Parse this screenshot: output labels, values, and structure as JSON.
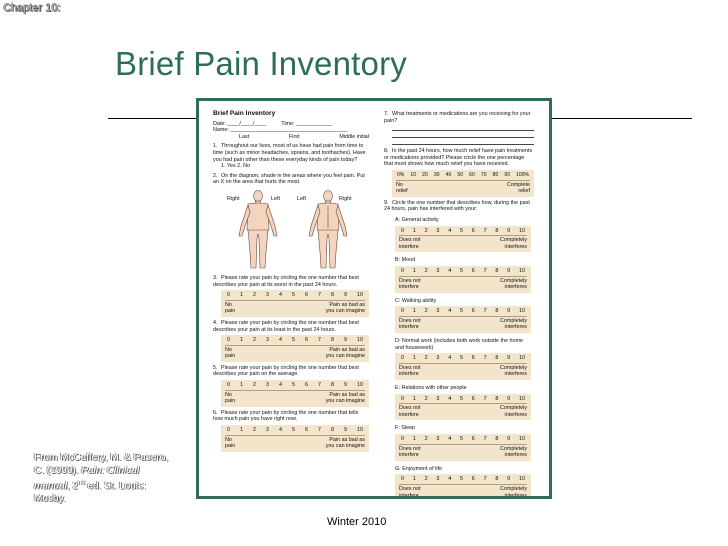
{
  "slide": {
    "chapter": "Chapter 10:",
    "title": "Brief Pain Inventory",
    "citation": {
      "line1": "From McCaffery, M. & Pasero,",
      "line2_prefix": "C. (1999). ",
      "line2_italic": "Pain: Clinical",
      "line3_italic": "manual",
      "line3_rest": ", 2",
      "line3_sup": "nd",
      "line3_end": " ed. St. Louis:",
      "line4": "Mosby."
    },
    "footer": "Winter 2010"
  },
  "form": {
    "title": "Brief Pain Inventory",
    "date_line": "Date: ____/____/____          Time: ____________",
    "name_line": "Name: _______________________________________",
    "name_labels": [
      "Last",
      "First",
      "Middle initial"
    ],
    "q1": {
      "num": "1.",
      "text": "Throughout our lives, most of us have had pain from time to time (such as minor headaches, sprains, and toothaches). Have you had pain other than these everyday kinds of pain today?",
      "answers": "1. Yes    2. No"
    },
    "q2": {
      "num": "2.",
      "text": "On the diagram, shade in the areas where you feel pain. Put an X on the area that hurts the most."
    },
    "diagram_labels": {
      "front_right": "Right",
      "front_left": "Left",
      "back_left": "Left",
      "back_right": "Right"
    },
    "q3": {
      "num": "3.",
      "text": "Please rate your pain by circling the one number that best describes your pain at its worst in the past 24 hours."
    },
    "q4": {
      "num": "4.",
      "text": "Please rate your pain by circling the one number that best describes your pain at its least in the past 24 hours."
    },
    "q5": {
      "num": "5.",
      "text": "Please rate your pain by circling the one number that best describes your pain on the average."
    },
    "q6": {
      "num": "6.",
      "text": "Please rate your pain by circling the one number that tells how much pain you have right now."
    },
    "pain_scale": {
      "numbers": [
        "0",
        "1",
        "2",
        "3",
        "4",
        "5",
        "6",
        "7",
        "8",
        "9",
        "10"
      ],
      "low_1": "No",
      "low_2": "pain",
      "high_1": "Pain as bad as",
      "high_2": "you can imagine"
    },
    "q7": {
      "num": "7.",
      "text": "What treatments or medications are you receiving for your pain?"
    },
    "q8": {
      "num": "8.",
      "text": "In the past 24 hours, how much relief have pain treatments or medications provided? Please circle the one percentage that most shows how much relief you have received.",
      "percents": [
        "0%",
        "10",
        "20",
        "30",
        "40",
        "50",
        "60",
        "70",
        "80",
        "90",
        "100%"
      ],
      "low_1": "No",
      "low_2": "relief",
      "high_1": "Complete",
      "high_2": "relief"
    },
    "q9": {
      "num": "9.",
      "text": "Circle the one number that describes how, during the past 24 hours, pain has interfered with your:"
    },
    "interference_scale": {
      "low_1": "Does not",
      "low_2": "interfere",
      "high_1": "Completely",
      "high_2": "interferes"
    },
    "interference_items": [
      {
        "label": "A: General activity"
      },
      {
        "label": "B: Mood"
      },
      {
        "label": "C: Walking ability"
      },
      {
        "label": "D: Normal work (includes both work outside the home and housework)"
      },
      {
        "label": "E: Relations with other people"
      },
      {
        "label": "F: Sleep"
      },
      {
        "label": "G: Enjoyment of life"
      }
    ]
  }
}
